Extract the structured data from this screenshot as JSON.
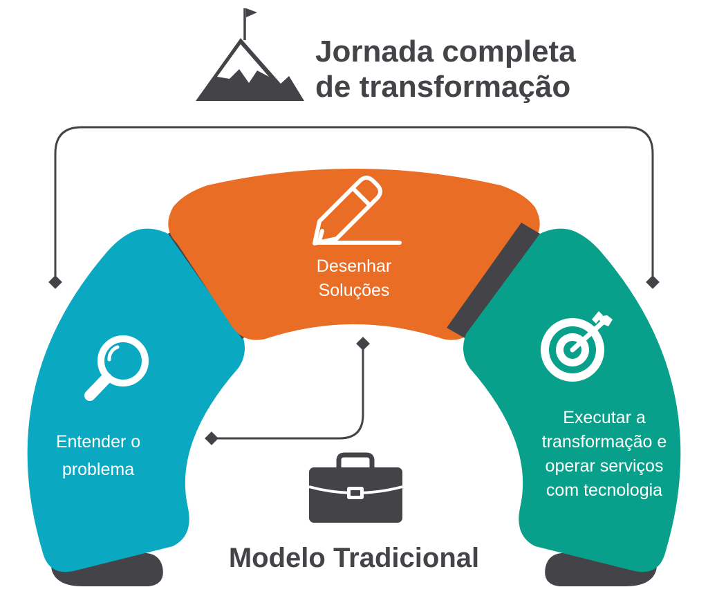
{
  "header": {
    "title_line1": "Jornada completa",
    "title_line2": "de transformação",
    "icon": "mountain-flag-icon"
  },
  "segments": {
    "left": {
      "line1": "Entender o",
      "line2": "problema",
      "icon": "magnifier-icon",
      "color": "#0aa9c1"
    },
    "middle": {
      "line1": "Desenhar",
      "line2": "Soluções",
      "icon": "pencil-icon",
      "color": "#e96d25"
    },
    "right": {
      "line1": "Executar a",
      "line2": "transformação e",
      "line3": "operar serviços",
      "line4": "com tecnologia",
      "icon": "target-icon",
      "color": "#08a08a"
    }
  },
  "footer": {
    "title": "Modelo Tradicional",
    "icon": "briefcase-icon"
  },
  "colors": {
    "dark": "#434348",
    "connector": "#434348"
  }
}
